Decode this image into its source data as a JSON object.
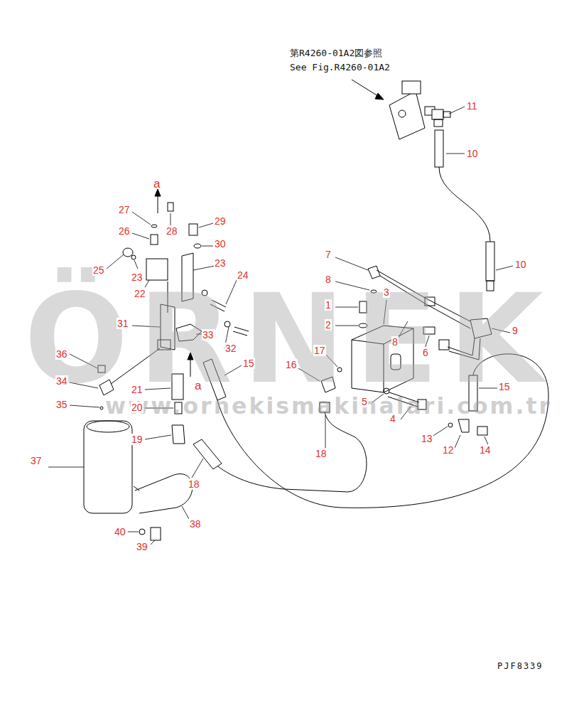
{
  "diagram": {
    "labels": [
      "第R4260-01A2図参照",
      "See Fig.R4260-01A2",
      "11",
      "10",
      "a",
      "27",
      "28",
      "29",
      "26",
      "30",
      "7",
      "10",
      "23",
      "25",
      "23",
      "8",
      "3",
      "24",
      "22",
      "1",
      "2",
      "8",
      "9",
      "31",
      "33",
      "6",
      "32",
      "17",
      "16",
      "36",
      "15",
      "a",
      "15",
      "34",
      "21",
      "35",
      "20",
      "5",
      "4",
      "19",
      "13",
      "12",
      "14",
      "18",
      "37",
      "18",
      "38",
      "40",
      "39",
      "PJF8339",
      "ÖRNEK",
      "www.ornekismakinalari.com.tr"
    ]
  }
}
